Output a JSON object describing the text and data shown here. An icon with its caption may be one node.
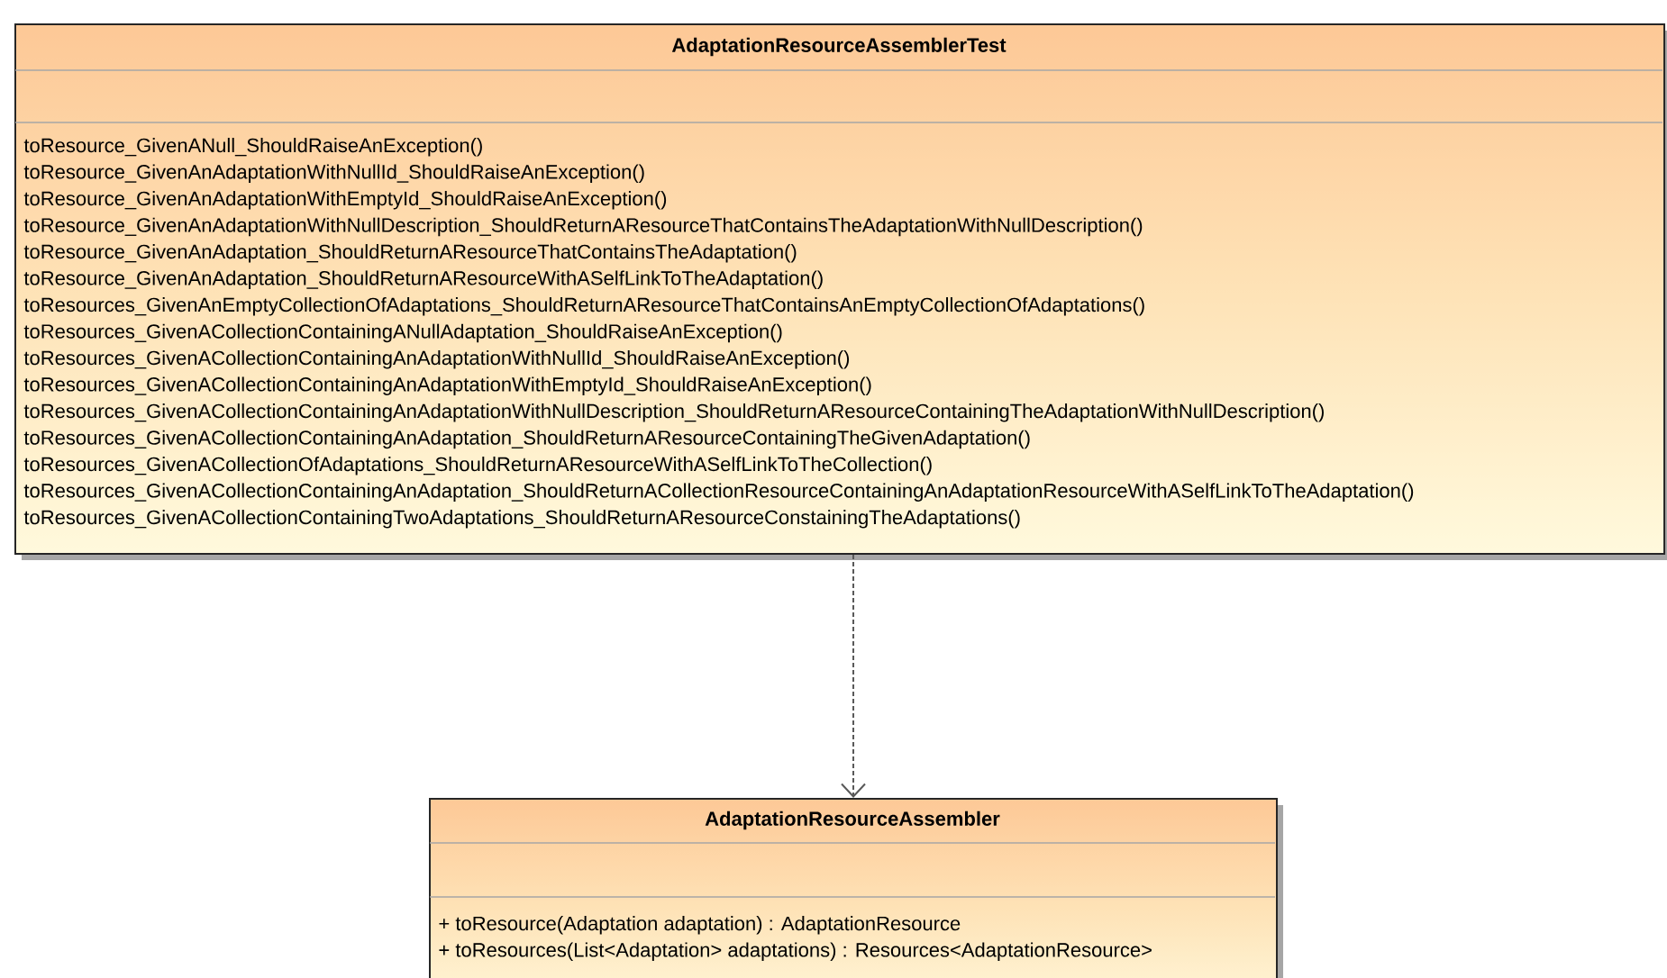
{
  "diagram": {
    "nodes": [
      {
        "text": [
          "AdaptationResourceAssemblerTest",
          "toResource_GivenANull_ShouldRaiseAnException()",
          "toResource_GivenAnAdaptationWithNullId_ShouldRaiseAnException()",
          "toResource_GivenAnAdaptationWithEmptyId_ShouldRaiseAnException()",
          "toResource_GivenAnAdaptationWithNullDescription_ShouldReturnAResourceThatContainsTheAdaptationWithNullDescription()",
          "toResource_GivenAnAdaptation_ShouldReturnAResourceThatContainsTheAdaptation()",
          "toResource_GivenAnAdaptation_ShouldReturnAResourceWithASelfLinkToTheAdaptation()",
          "toResources_GivenAnEmptyCollectionOfAdaptations_ShouldReturnAResourceThatContainsAnEmptyCollectionOfAdaptations()",
          "toResources_GivenACollectionContainingANullAdaptation_ShouldRaiseAnException()",
          "toResources_GivenACollectionContainingAnAdaptationWithNullId_ShouldRaiseAnException()",
          "toResources_GivenACollectionContainingAnAdaptationWithEmptyId_ShouldRaiseAnException()",
          "toResources_GivenACollectionContainingAnAdaptationWithNullDescription_ShouldReturnAResourceContainingTheAdaptationWithNullDescription()",
          "toResources_GivenACollectionContainingAnAdaptation_ShouldReturnAResourceContainingTheGivenAdaptation()",
          "toResources_GivenACollectionOfAdaptations_ShouldReturnAResourceWithASelfLinkToTheCollection()",
          "toResources_GivenACollectionContainingAnAdaptation_ShouldReturnACollectionResourceContainingAnAdaptationResourceWithASelfLinkToTheAdaptation()",
          "toResources_GivenACollectionContainingTwoAdaptations_ShouldReturnAResourceConstainingTheAdaptations()"
        ]
      },
      {
        "text": [
          "AdaptationResourceAssembler",
          "+ toResource(Adaptation adaptation) : AdaptationResource",
          "+ toResources(List<Adaptation> adaptations) : Resources<AdaptationResource>"
        ]
      }
    ],
    "edges": [
      {
        "from": 0,
        "to": 1,
        "arrow": "to",
        "style": "dashed"
      }
    ]
  }
}
